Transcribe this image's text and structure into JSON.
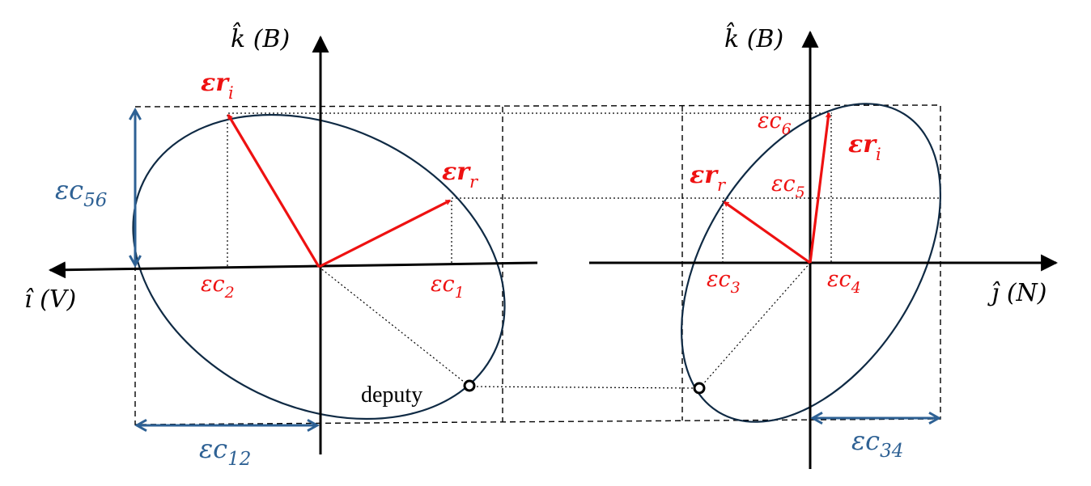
{
  "colors": {
    "axis": "#000000",
    "ellipse": "#0f2a44",
    "vector": "#ee1111",
    "dimension": "#2e6194",
    "guide": "#000000"
  },
  "left_panel": {
    "axis_vertical_label": "k̂ (B)",
    "axis_horizontal_label": "î (V)",
    "vector_i_label": "εr",
    "vector_i_sub": "i",
    "vector_r_label": "εr",
    "vector_r_sub": "r",
    "c1_label": "εc",
    "c1_sub": "1",
    "c2_label": "εc",
    "c2_sub": "2",
    "dim_vertical_label": "εc",
    "dim_vertical_sub": "56",
    "dim_horizontal_label": "εc",
    "dim_horizontal_sub": "12",
    "deputy_label": "deputy"
  },
  "right_panel": {
    "axis_vertical_label": "k̂ (B)",
    "axis_horizontal_label": "ĵ (N)",
    "vector_i_label": "εr",
    "vector_i_sub": "i",
    "vector_r_label": "εr",
    "vector_r_sub": "r",
    "c3_label": "εc",
    "c3_sub": "3",
    "c4_label": "εc",
    "c4_sub": "4",
    "c5_label": "εc",
    "c5_sub": "5",
    "c6_label": "εc",
    "c6_sub": "6",
    "dim_horizontal_label": "εc",
    "dim_horizontal_sub": "34"
  }
}
